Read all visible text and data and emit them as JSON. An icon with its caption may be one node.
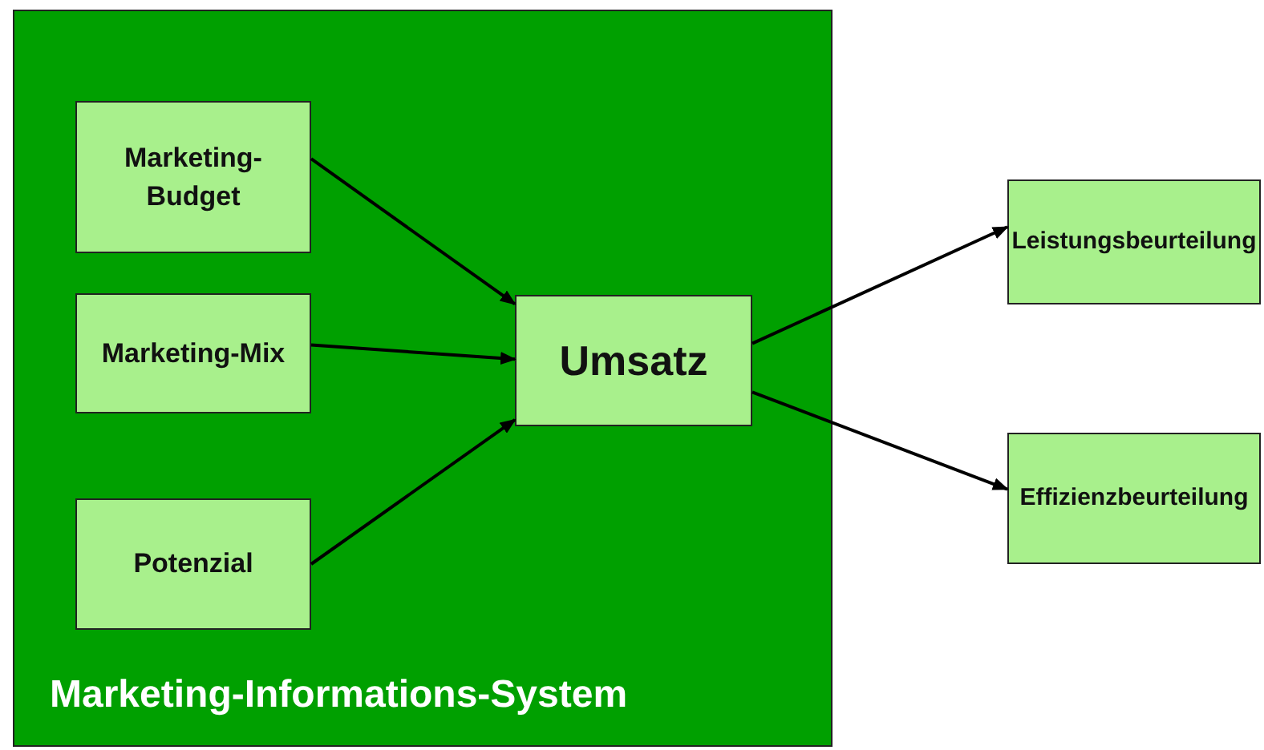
{
  "diagram": {
    "nodes": [
      {
        "text": [
          "Marketing-Informations-System"
        ]
      },
      {
        "text": [
          "Marketing-Budget"
        ],
        "in": 0
      },
      {
        "text": [
          "Marketing-Mix"
        ],
        "in": 0
      },
      {
        "text": [
          "Potenzial"
        ],
        "in": 0
      },
      {
        "text": [
          "Umsatz"
        ],
        "in": 0
      },
      {
        "text": [
          "Leistungsbeurteilung"
        ]
      },
      {
        "text": [
          "Effizienzbeurteilung"
        ]
      }
    ],
    "edges": [
      {
        "from": 1,
        "to": 4,
        "arrow": "to"
      },
      {
        "from": 2,
        "to": 4,
        "arrow": "to"
      },
      {
        "from": 3,
        "to": 4,
        "arrow": "to"
      },
      {
        "from": 4,
        "to": 5,
        "arrow": "to"
      },
      {
        "from": 4,
        "to": 6,
        "arrow": "to"
      }
    ]
  }
}
